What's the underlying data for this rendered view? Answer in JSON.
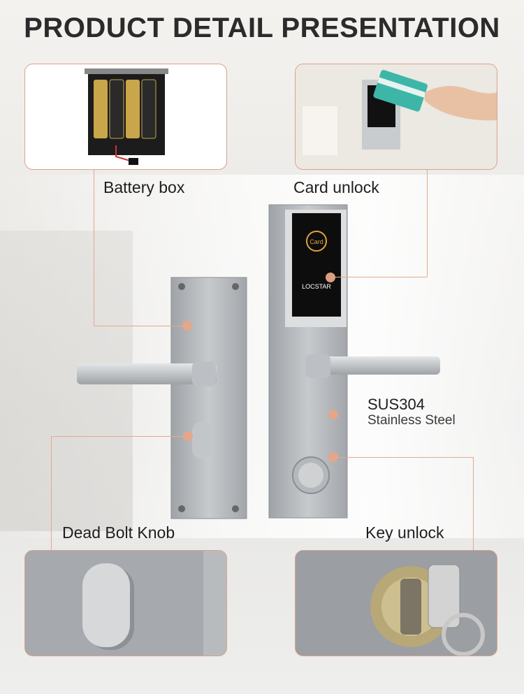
{
  "title": "PRODUCT DETAIL PRESENTATION",
  "callouts": {
    "battery_box": "Battery box",
    "card_unlock": "Card unlock",
    "material_code": "SUS304",
    "material_name": "Stainless Steel",
    "dead_bolt": "Dead Bolt Knob",
    "key_unlock": "Key unlock"
  },
  "lock_brand": "LOCSTAR",
  "card_reader_text": "Card",
  "colors": {
    "accent": "#e3a98e",
    "title": "#2b2b2b",
    "steel": "#b9bcbf"
  }
}
